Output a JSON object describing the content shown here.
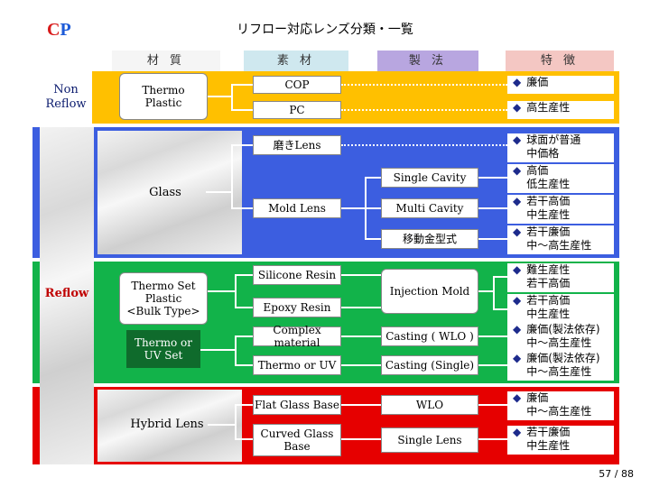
{
  "title": "リフロー対応レンズ分類・一覧",
  "logo": {
    "c": "C",
    "p": "P"
  },
  "headers": {
    "material": "材 質",
    "substance": "素 材",
    "method": "製 法",
    "features": "特 徴"
  },
  "categories": {
    "non_reflow": "Non\nReflow",
    "reflow": "Reflow"
  },
  "materials": {
    "thermo_plastic": "Thermo\nPlastic",
    "glass": "Glass",
    "thermo_set": "Thermo Set\nPlastic\n<Bulk Type>",
    "thermo_uv": "Thermo or\nUV Set",
    "hybrid": "Hybrid Lens"
  },
  "substances": {
    "cop": "COP",
    "pc": "PC",
    "polished": "磨きLens",
    "mold": "Mold Lens",
    "silicone": "Silicone Resin",
    "epoxy": "Epoxy Resin",
    "complex": "Complex material",
    "thermo_or_uv": "Thermo or UV",
    "flat_glass": "Flat Glass Base",
    "curved_glass": "Curved Glass\nBase"
  },
  "methods": {
    "single_cavity": "Single Cavity",
    "multi_cavity": "Multi Cavity",
    "movable": "移動金型式",
    "injection": "Injection Mold",
    "casting_wlo": "Casting ( WLO )",
    "casting_single": "Casting (Single)",
    "wlo": "WLO",
    "single_lens": "Single Lens"
  },
  "features": [
    "廉価",
    "高生産性",
    "球面が普通\n中価格",
    "高価\n低生産性",
    "若干高価\n中生産性",
    "若干廉価\n中～高生産性",
    "難生産性\n若干高価",
    "若干高価\n中生産性",
    "廉価(製法依存)\n中～高生産性",
    "廉価(製法依存)\n中～高生産性",
    "廉価\n中～高生産性",
    "若干廉価\n中生産性"
  ],
  "page": "57 / 88",
  "colors": {
    "yellow": "#ffc000",
    "blue": "#3c5ee0",
    "green": "#12b34a",
    "red": "#e60000"
  }
}
